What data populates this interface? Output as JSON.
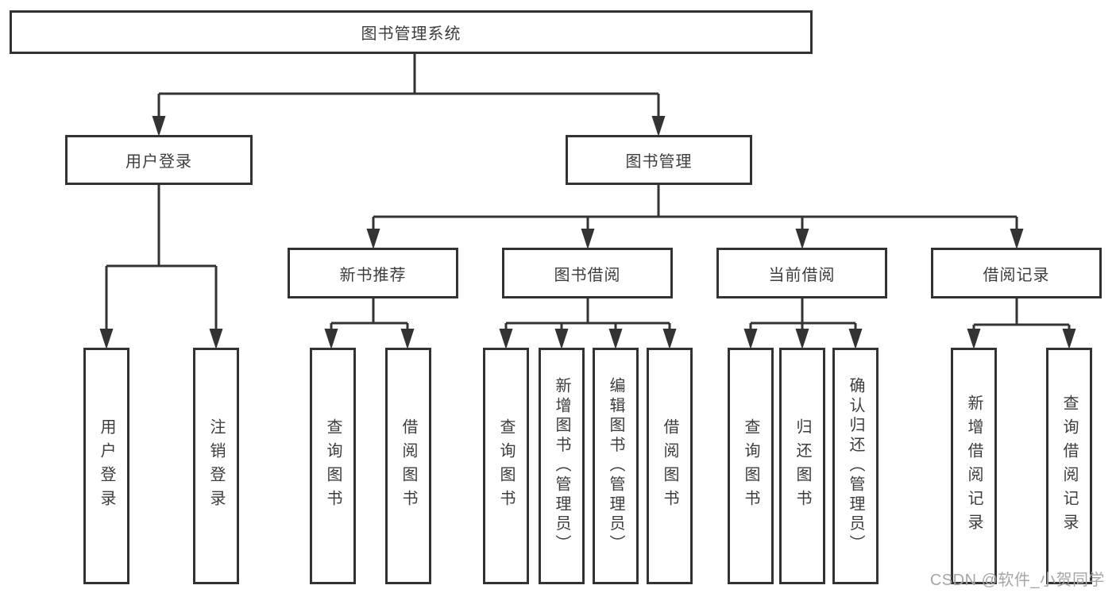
{
  "tree": {
    "label": "图书管理系统",
    "children": [
      {
        "label": "用户登录",
        "children": [
          {
            "label": "用户登录"
          },
          {
            "label": "注销登录"
          }
        ]
      },
      {
        "label": "图书管理",
        "children": [
          {
            "label": "新书推荐",
            "children": [
              {
                "label": "查询图书"
              },
              {
                "label": "借阅图书"
              }
            ]
          },
          {
            "label": "图书借阅",
            "children": [
              {
                "label": "查询图书"
              },
              {
                "label": "新增图书（管理员）"
              },
              {
                "label": "编辑图书（管理员）"
              },
              {
                "label": "借阅图书"
              }
            ]
          },
          {
            "label": "当前借阅",
            "children": [
              {
                "label": "查询图书"
              },
              {
                "label": "归还图书"
              },
              {
                "label": "确认归还（管理员）"
              }
            ]
          },
          {
            "label": "借阅记录",
            "children": [
              {
                "label": "新增借阅记录"
              },
              {
                "label": "查询借阅记录"
              }
            ]
          }
        ]
      }
    ]
  },
  "watermark": "CSDN @软件_小贺同学",
  "colors": {
    "line": "#333333",
    "text": "#3d3d3d",
    "watermark": "#a6a6a6",
    "background": "#ffffff"
  }
}
